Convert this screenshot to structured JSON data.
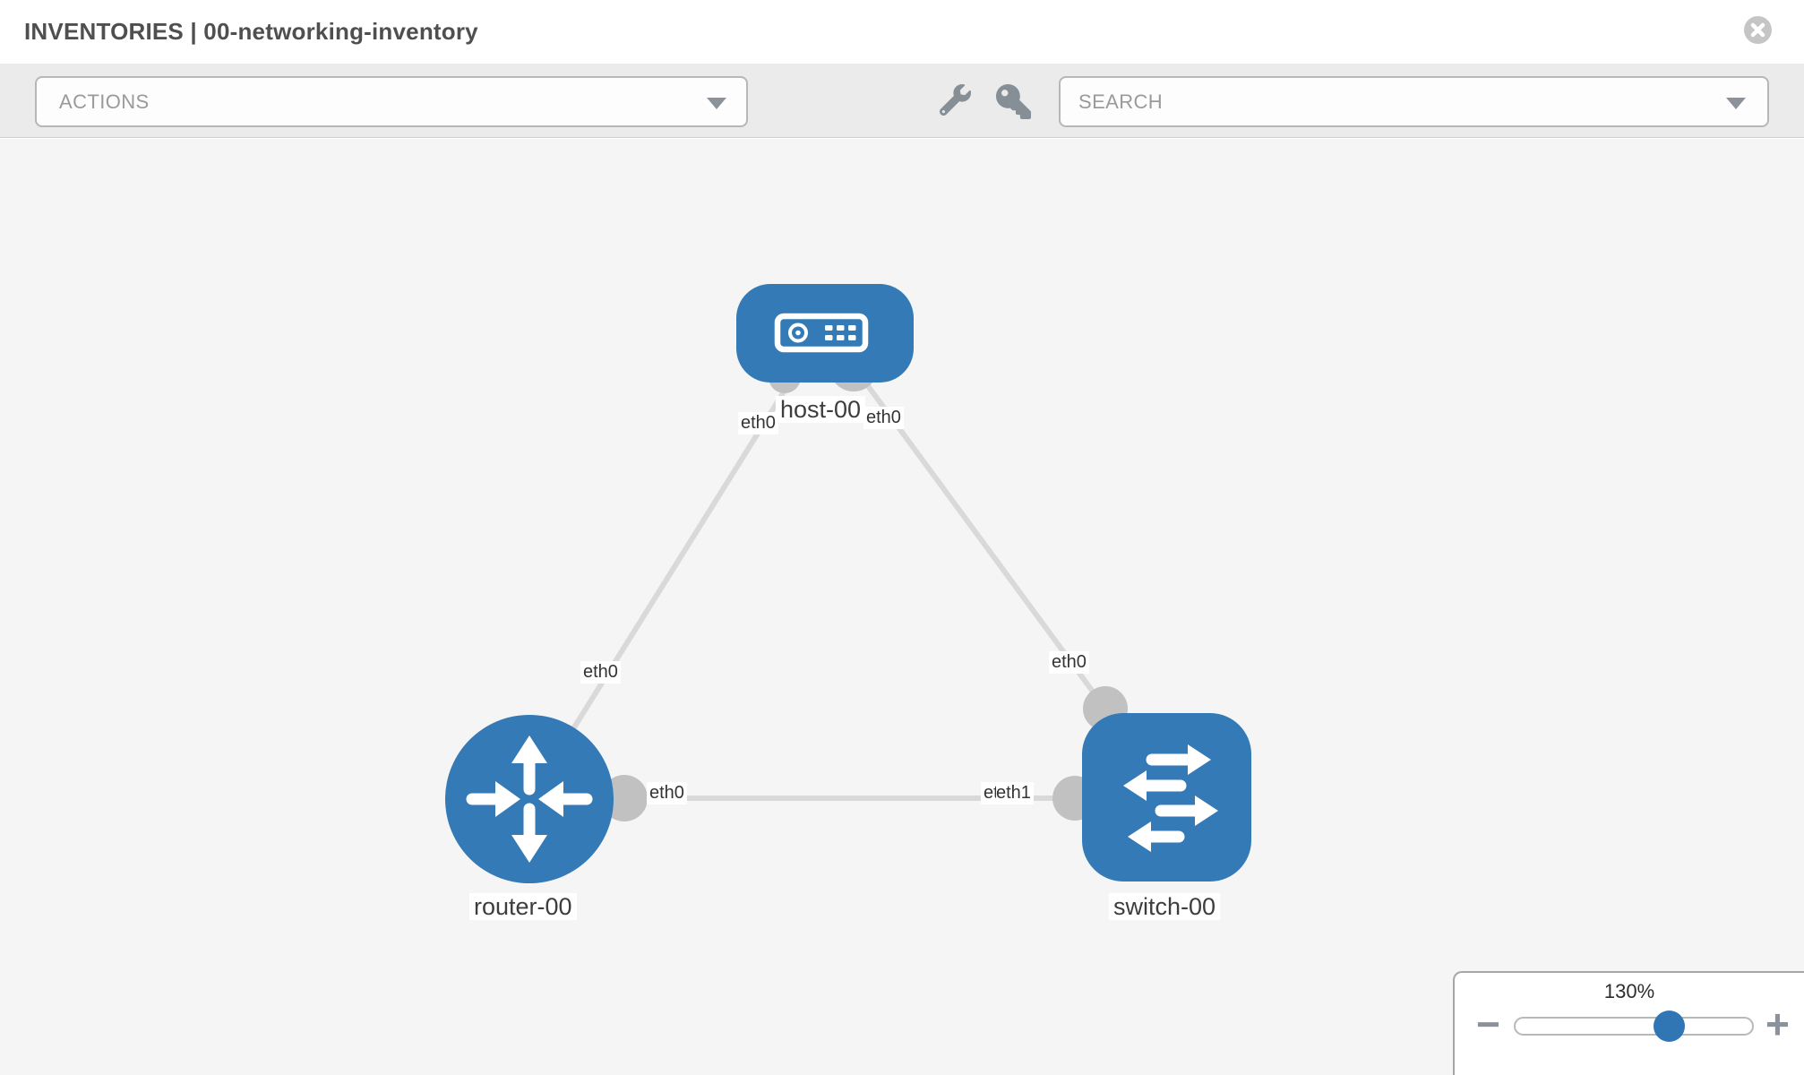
{
  "header": {
    "title": "INVENTORIES | 00-networking-inventory"
  },
  "toolbar": {
    "actions_label": "ACTIONS",
    "search_placeholder": "SEARCH"
  },
  "topology": {
    "nodes": [
      {
        "id": "host-00",
        "type": "host",
        "label": "host-00"
      },
      {
        "id": "router-00",
        "type": "router",
        "label": "router-00"
      },
      {
        "id": "switch-00",
        "type": "switch",
        "label": "switch-00"
      }
    ],
    "links": [
      {
        "from": "router-00",
        "from_interface": "eth0",
        "to": "host-00",
        "to_interface": "eth0"
      },
      {
        "from": "host-00",
        "from_interface": "eth0",
        "to": "switch-00",
        "to_interface": "eth0"
      },
      {
        "from": "router-00",
        "from_interface": "eth0",
        "to": "switch-00",
        "to_interface": "eth1"
      }
    ]
  },
  "labels": {
    "host": "host-00",
    "router": "router-00",
    "switch": "switch-00",
    "host_left_iface": "eth0",
    "host_right_iface": "eth0",
    "link_router_host_iface": "eth0",
    "link_host_switch_iface": "eth0",
    "link_router_switch_router_iface": "eth0",
    "link_router_switch_switch_iface_back": "eth0",
    "link_router_switch_switch_iface_front": "eth1"
  },
  "zoom_control": {
    "percent": "130%",
    "minus_label": "−",
    "plus_label": "+"
  },
  "colors": {
    "node_blue": "#337ab7",
    "link_gray": "#d9d9d9",
    "endpoint_gray": "#c1c1c1",
    "thumb_blue": "#3076b4",
    "toolbar_bg": "#ebebeb",
    "canvas_bg": "#f5f5f5"
  }
}
